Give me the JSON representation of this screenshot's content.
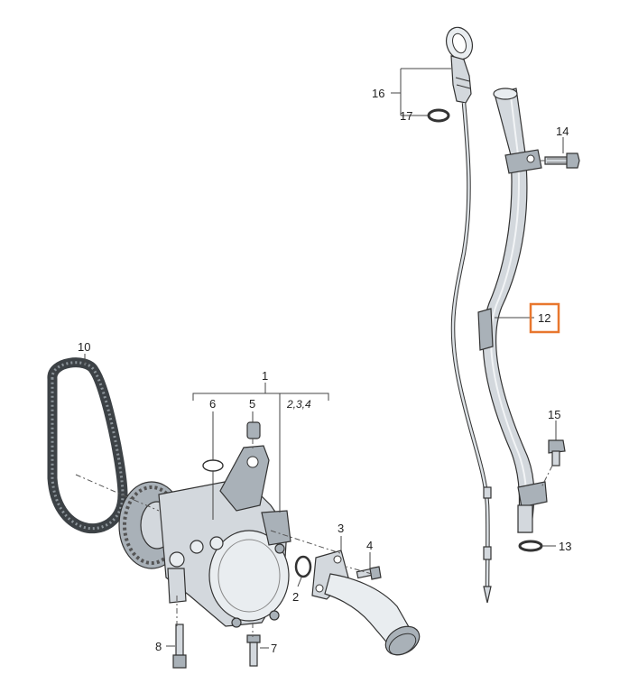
{
  "diagram": {
    "labels": {
      "p1": "1",
      "p2": "2",
      "p234": "2,3,4",
      "p3": "3",
      "p4": "4",
      "p5": "5",
      "p6": "6",
      "p7": "7",
      "p8": "8",
      "p10": "10",
      "p12": "12",
      "p13": "13",
      "p14": "14",
      "p15": "15",
      "p16": "16",
      "p17": "17"
    },
    "highlight": {
      "part": "12",
      "color": "#e8772e"
    },
    "colors": {
      "metal": "#d3d8dd",
      "metal_dark": "#a9b1b8",
      "belt": "#3d4246"
    }
  }
}
